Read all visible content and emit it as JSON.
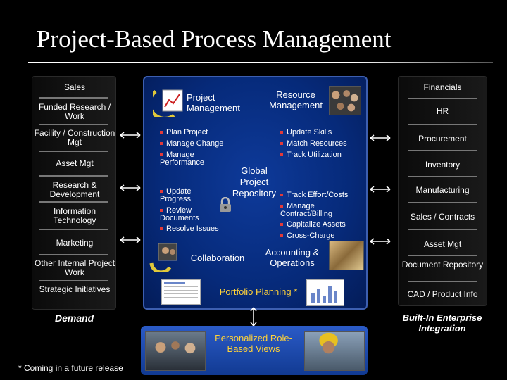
{
  "title": "Project-Based Process Management",
  "left": {
    "items": [
      "Sales",
      "Funded Research / Work",
      "Facility / Construction Mgt",
      "Asset Mgt",
      "Research & Development",
      "Information Technology",
      "Marketing",
      "Other Internal Project Work",
      "Strategic Initiatives"
    ],
    "footer": "Demand"
  },
  "right": {
    "items": [
      "Financials",
      "HR",
      "Procurement",
      "Inventory",
      "Manufacturing",
      "Sales / Contracts",
      "Asset Mgt",
      "Document Repository",
      "CAD / Product Info"
    ],
    "footer": "Built-In Enterprise Integration"
  },
  "center": {
    "project_management": "Project Management",
    "resource_management": "Resource Management",
    "pm_bullets": [
      "Plan Project",
      "Manage Change",
      "Manage Performance"
    ],
    "rm_bullets": [
      "Update Skills",
      "Match Resources",
      "Track Utilization"
    ],
    "global_repo": "Global Project Repository",
    "collab_bullets": [
      "Update Progress",
      "Review Documents",
      "Resolve Issues"
    ],
    "acct_bullets": [
      "Track Effort/Costs",
      "Manage Contract/Billing",
      "Capitalize Assets",
      "Cross-Charge"
    ],
    "collaboration": "Collaboration",
    "accounting": "Accounting & Operations",
    "portfolio": "Portfolio Planning *"
  },
  "personalized": "Personalized Role-Based Views",
  "footnote": "* Coming in a future release",
  "colors": {
    "panel": "#0e3a9a",
    "accent": "#ffd23a",
    "bullet": "#e23a3a"
  }
}
